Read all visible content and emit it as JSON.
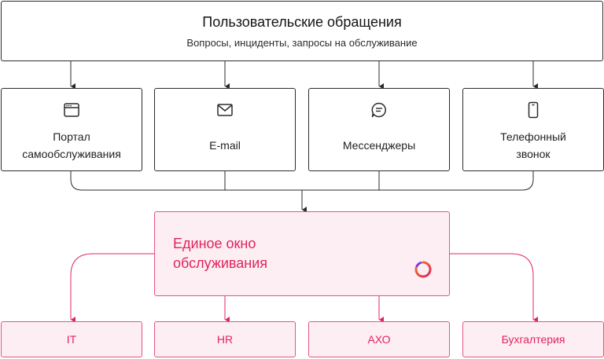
{
  "top": {
    "title": "Пользовательские обращения",
    "subtitle": "Вопросы, инциденты, запросы на обслуживание"
  },
  "channels": [
    {
      "icon": "browser-window-icon",
      "lines": [
        "Портал",
        "самообслуживания"
      ]
    },
    {
      "icon": "envelope-icon",
      "lines": [
        "E-mail"
      ]
    },
    {
      "icon": "chat-bubble-icon",
      "lines": [
        "Мессенджеры"
      ]
    },
    {
      "icon": "smartphone-icon",
      "lines": [
        "Телефонный",
        "звонок"
      ]
    }
  ],
  "hub": {
    "title_line1": "Единое окно",
    "title_line2": "обслуживания",
    "logo": "ring-logo-icon"
  },
  "departments": [
    "IT",
    "HR",
    "АХО",
    "Бухгалтерия"
  ],
  "colors": {
    "accent": "#e0245e",
    "accent_border": "#e5557f",
    "accent_fill": "#fdeef3",
    "stroke": "#2b2b2b"
  }
}
